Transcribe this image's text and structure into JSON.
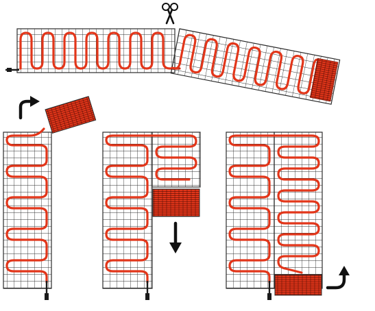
{
  "diagram": {
    "colors": {
      "cable": "#e2361a",
      "cable_dark": "#9e1e0c",
      "grid": "#2b2b2b",
      "arrow": "#111111",
      "lead": "#1a1a1a",
      "background": "#ffffff"
    },
    "icons": {
      "cut": "scissors-icon",
      "rotate_left": "curved-arrow-right-icon",
      "move_down": "arrow-down-icon",
      "rotate_right": "curved-arrow-up-icon"
    },
    "steps": [
      {
        "id": "full-mat",
        "description_shown": false
      },
      {
        "id": "layout-single-strip",
        "description_shown": false
      },
      {
        "id": "layout-two-strips-fold-down",
        "description_shown": false
      },
      {
        "id": "layout-two-strips-bottom",
        "description_shown": false
      }
    ]
  }
}
